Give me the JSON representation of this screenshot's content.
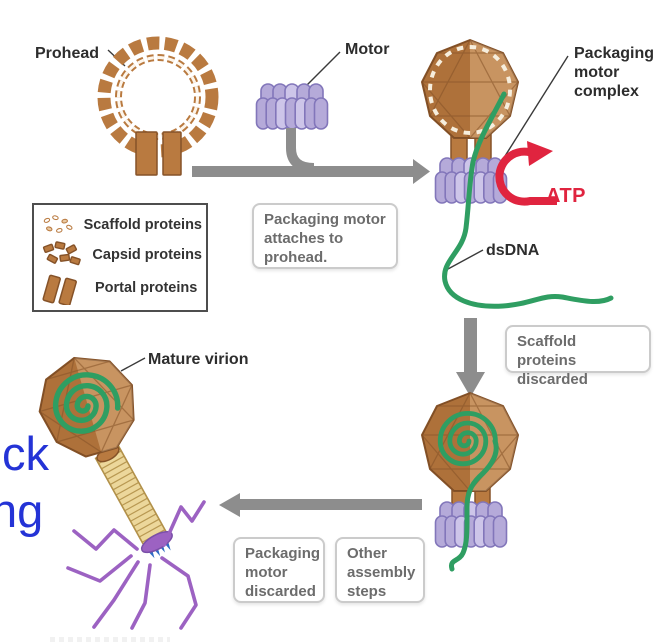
{
  "diagram": {
    "labels": {
      "prohead": "Prohead",
      "motor": "Motor",
      "packaging_motor_complex": "Packaging motor complex",
      "atp": "ATP",
      "dsdna": "dsDNA",
      "mature_virion": "Mature virion"
    },
    "legend": {
      "items": [
        {
          "icon": "scaffold-proteins-icon",
          "label": "Scaffold proteins"
        },
        {
          "icon": "capsid-proteins-icon",
          "label": "Capsid proteins"
        },
        {
          "icon": "portal-proteins-icon",
          "label": "Portal proteins"
        }
      ]
    },
    "callouts": {
      "attach": "Packaging motor attaches to prohead.",
      "scaffold_discarded": "Scaffold proteins discarded",
      "motor_discarded": "Packaging motor discarded",
      "other_steps": "Other assembly steps"
    },
    "overlay_text": {
      "line1": "ck",
      "line2": "ng"
    }
  },
  "colors": {
    "brown": "#b97a40",
    "brown_dark": "#855228",
    "tan": "#ecd0a8",
    "purple": "#b5aad9",
    "purple_light": "#cdc5e9",
    "purple_dark": "#8276ba",
    "violet": "#9c62c2",
    "violet_dark": "#7a4fa8",
    "green": "#2f9e62",
    "gray_arrow": "#8d8d8d",
    "red": "#e0243f",
    "blue_overlay": "#2433d6",
    "blue_spike": "#2e6bc4",
    "label": "#2d2d2d",
    "callout_text": "#6c6c6c",
    "callout_border": "#cbcbcb",
    "legend_border": "#4e4e4e",
    "tail_fill": "#ecd79b",
    "tail_line": "#b2914a"
  }
}
